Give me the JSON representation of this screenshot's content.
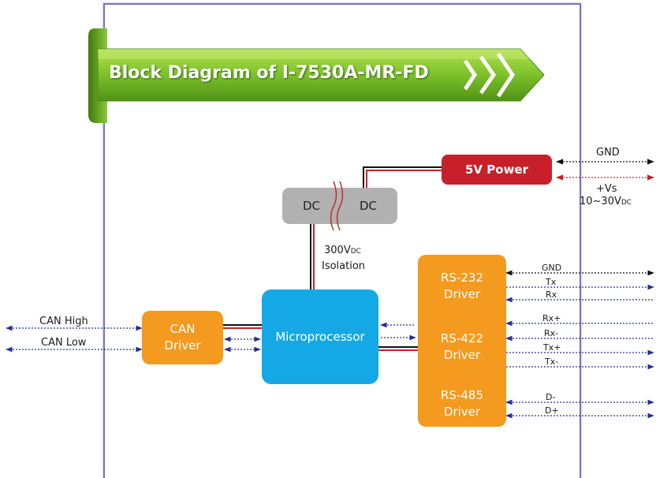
{
  "title": "Block Diagram of I-7530A-MR-FD",
  "power": {
    "label": "5V Power",
    "gnd": "GND",
    "vs": "+Vs",
    "range_value": "10~30V",
    "range_unit": "DC"
  },
  "isolator": {
    "left": "DC",
    "right": "DC"
  },
  "isolation": {
    "value": "300V",
    "unit": "DC",
    "text": "Isolation"
  },
  "microprocessor": "Microprocessor",
  "can": {
    "driver_line1": "CAN",
    "driver_line2": "Driver",
    "high": "CAN High",
    "low": "CAN Low"
  },
  "rs232": {
    "line1": "RS-232",
    "line2": "Driver",
    "signals": [
      "GND",
      "Tx",
      "Rx"
    ]
  },
  "rs422": {
    "line1": "RS-422",
    "line2": "Driver",
    "signals": [
      "Rx+",
      "Rx-",
      "Tx+",
      "Tx-"
    ]
  },
  "rs485": {
    "line1": "RS-485",
    "line2": "Driver",
    "signals": [
      "D-",
      "D+"
    ]
  },
  "colors": {
    "banner_green": "#6cb41e",
    "power_red": "#c8202a",
    "driver_orange": "#f39a1f",
    "micro_blue": "#14a9e6",
    "dc_gray": "#b1b1b1",
    "frame_purple": "#7a72b8"
  }
}
